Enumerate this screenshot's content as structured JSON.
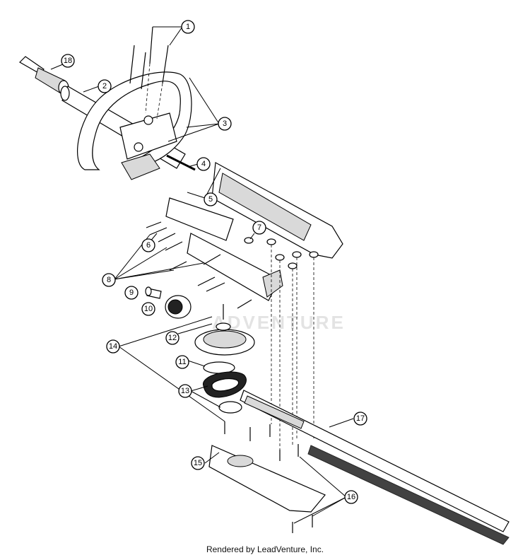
{
  "watermark": "ADVENTURE",
  "credit": "Rendered by LeadVenture, Inc.",
  "callouts": [
    "1",
    "2",
    "3",
    "4",
    "5",
    "6",
    "7",
    "8",
    "9",
    "10",
    "11",
    "12",
    "13",
    "14",
    "15",
    "16",
    "17",
    "18"
  ]
}
